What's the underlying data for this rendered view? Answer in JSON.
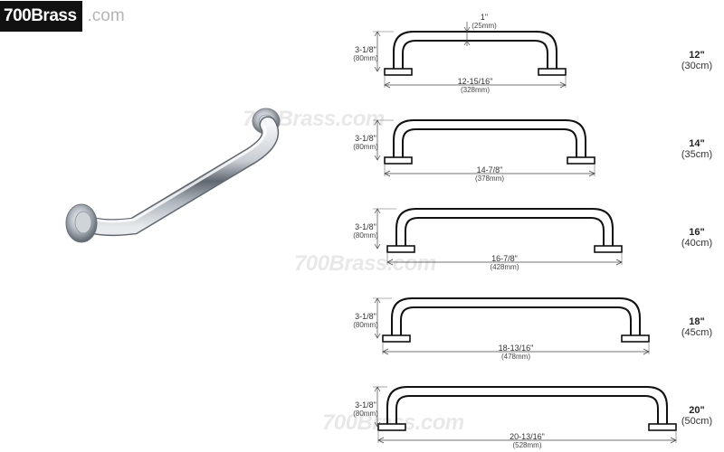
{
  "logo": {
    "brand": "700Brass",
    "suffix": ".com"
  },
  "watermarks": [
    "700Brass.com",
    "700Brass.com",
    "700Brass.com"
  ],
  "top_dim": {
    "inch": "1\"",
    "mm": "(25mm)"
  },
  "bars": [
    {
      "width_in": "12-15/16\"",
      "width_mm": "(328mm)",
      "height_in": "3-1/8\"",
      "height_mm": "(80mm)",
      "size_in": "12\"",
      "size_cm": "(30cm)"
    },
    {
      "width_in": "14-7/8\"",
      "width_mm": "(378mm)",
      "height_in": "3-1/8\"",
      "height_mm": "(80mm)",
      "size_in": "14\"",
      "size_cm": "(35cm)"
    },
    {
      "width_in": "16-7/8\"",
      "width_mm": "(428mm)",
      "height_in": "3-1/8\"",
      "height_mm": "(80mm)",
      "size_in": "16\"",
      "size_cm": "(40cm)"
    },
    {
      "width_in": "18-13/16\"",
      "width_mm": "(478mm)",
      "height_in": "3-1/8\"",
      "height_mm": "(80mm)",
      "size_in": "18\"",
      "size_cm": "(45cm)"
    },
    {
      "width_in": "20-13/16\"",
      "width_mm": "(528mm)",
      "height_in": "3-1/8\"",
      "height_mm": "(80mm)",
      "size_in": "20\"",
      "size_cm": "(50cm)"
    }
  ]
}
